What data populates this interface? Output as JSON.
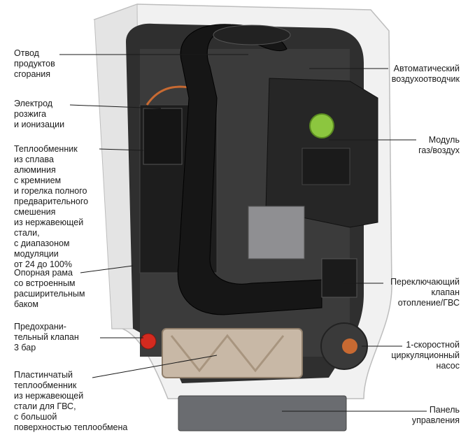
{
  "labels": {
    "exhaust": "Отвод\nпродуктов\nсгорания",
    "electrode": "Электрод\nрозжига\nи ионизации",
    "heat_exchanger": "Теплообменник\nиз сплава\nалюминия\nс кремнием\nи горелка полного\nпредварительного\nсмешения\nиз нержавеющей\nстали,\nс диапазоном\nмодуляции\nот 24 до 100%",
    "frame": "Опорная рама\nсо встроенным\nрасширительным\nбаком",
    "safety_valve": "Предохрани-\nтельный клапан\n3 бар",
    "plate_exchanger": "Пластинчатый\nтеплообменник\nиз нержавеющей\nстали для ГВС,\nс большой\nповерхностью теплообмена",
    "air_vent": "Автоматический\nвоздухоотводчик",
    "gas_air_module": "Модуль\nгаз/воздух",
    "diverter_valve": "Переключающий\nклапан\nотопление/ГВС",
    "pump": "1-скоростной\nциркуляционный\nнасос",
    "control_panel": "Панель\nуправления"
  },
  "colors": {
    "casing": "#f1f1f1",
    "casing_shadow": "#c9c9c9",
    "interior": "#2f2f2f",
    "pipe": "#161616",
    "module": "#262626",
    "green_dial": "#8cc63f",
    "plate_hx": "#c8b8a6",
    "red_valve": "#d42a1f",
    "pump": "#3a3a3a",
    "copper": "#c86a32",
    "panel": "#6a6c70"
  }
}
